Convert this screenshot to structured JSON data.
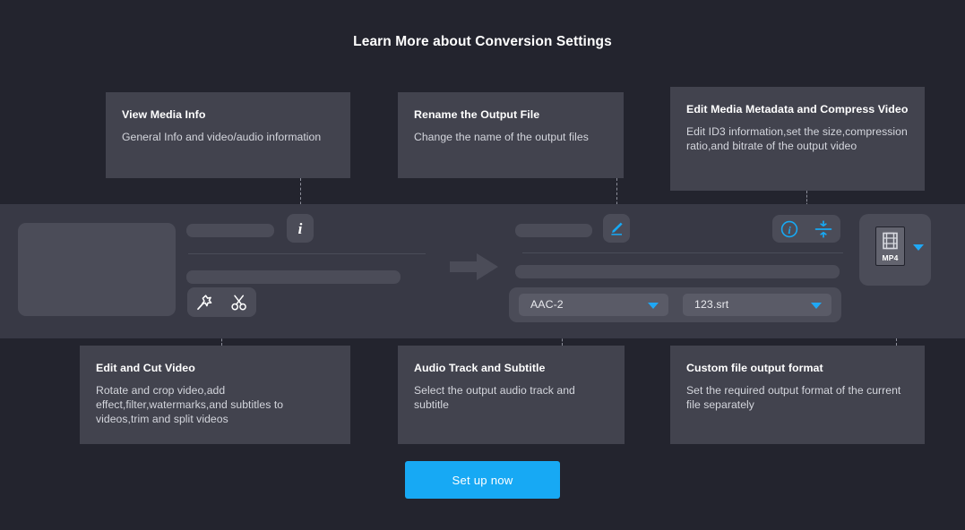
{
  "page": {
    "title": "Learn More about Conversion Settings",
    "background_color": "#23242e",
    "panel_color": "#383945",
    "card_color": "#42434e",
    "accent_color": "#17a9f4"
  },
  "cards": {
    "media_info": {
      "title": "View Media Info",
      "desc": "General Info and video/audio information"
    },
    "rename": {
      "title": "Rename the Output File",
      "desc": "Change the name of the output files"
    },
    "metadata": {
      "title": "Edit Media Metadata and Compress Video",
      "desc": "Edit ID3 information,set the size,compression ratio,and bitrate of the output video"
    },
    "edit_cut": {
      "title": "Edit and Cut Video",
      "desc": "Rotate and crop video,add effect,filter,watermarks,and subtitles to videos,trim and split videos"
    },
    "audio_subtitle": {
      "title": "Audio Track and Subtitle",
      "desc": "Select the output audio track and subtitle"
    },
    "output_format": {
      "title": "Custom file output format",
      "desc": "Set the required output format of the current file separately"
    }
  },
  "workbench": {
    "info_icon": "info-icon",
    "pencil_icon": "pencil-edit-icon",
    "magic_icon": "magic-wand-icon",
    "scissors_icon": "scissors-icon",
    "metadata_info_icon": "info-circle-icon",
    "compress_icon": "compress-icon",
    "arrow_icon": "arrow-right-icon",
    "audio_select": {
      "value": "AAC-2",
      "caret": "chevron-down-icon"
    },
    "subtitle_select": {
      "value": "123.srt",
      "caret": "chevron-down-icon"
    },
    "format": {
      "label": "MP4",
      "icon": "film-strip-icon",
      "caret": "chevron-down-icon"
    }
  },
  "cta": {
    "label": "Set up now"
  }
}
